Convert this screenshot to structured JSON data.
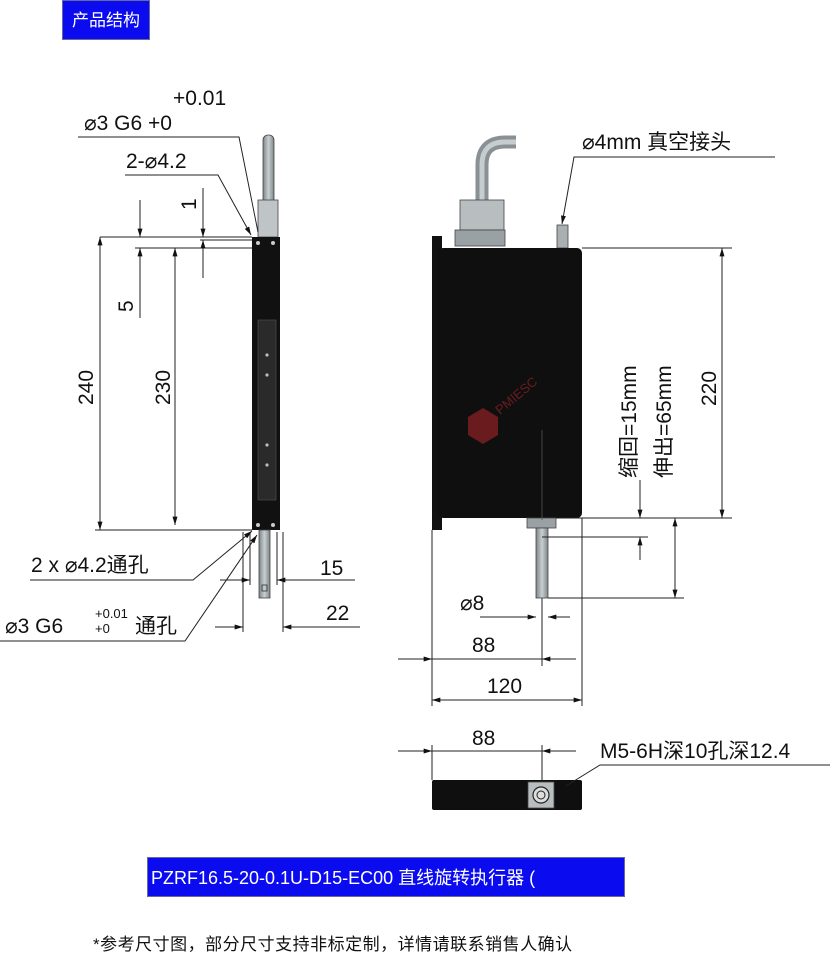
{
  "header": {
    "title": "产品结构"
  },
  "side_view": {
    "shaft_fit_label": "⌀3 G6 +0",
    "shaft_fit_tol_upper": "+0.01",
    "mount_holes_top": "2-⌀4.2",
    "dim_1": "1",
    "dim_5": "5",
    "dim_240": "240",
    "dim_230": "230",
    "through_holes": "2 x ⌀4.2通孔",
    "shaft_fit_through_prefix": "⌀3 G6",
    "shaft_fit_through_upper": "+0.01",
    "shaft_fit_through_lower": "+0",
    "shaft_fit_through_suffix": "通孔",
    "dim_15": "15",
    "dim_22": "22"
  },
  "front_view": {
    "vacuum_fitting": "⌀4mm 真空接头",
    "dim_220": "220",
    "retract": "缩回=15mm",
    "extend": "伸出=65mm",
    "shaft_dia": "⌀8",
    "dim_88": "88",
    "dim_120": "120"
  },
  "bottom_view": {
    "dim_88": "88",
    "thread_label": "M5-6H深10孔深12.4"
  },
  "model_bar": {
    "text": "PZRF16.5-20-0.1U-D15-EC00 直线旋转执行器 ("
  },
  "footnote": {
    "text": "*参考尺寸图，部分尺寸支持非标定制，详情请联系销售人确认"
  },
  "watermark": {
    "text": "PMIESC"
  },
  "colors": {
    "banner": "#0b0bf0",
    "body": "#0f0f10",
    "steel": "#a9b0b3",
    "watermark": "#b3262a"
  }
}
